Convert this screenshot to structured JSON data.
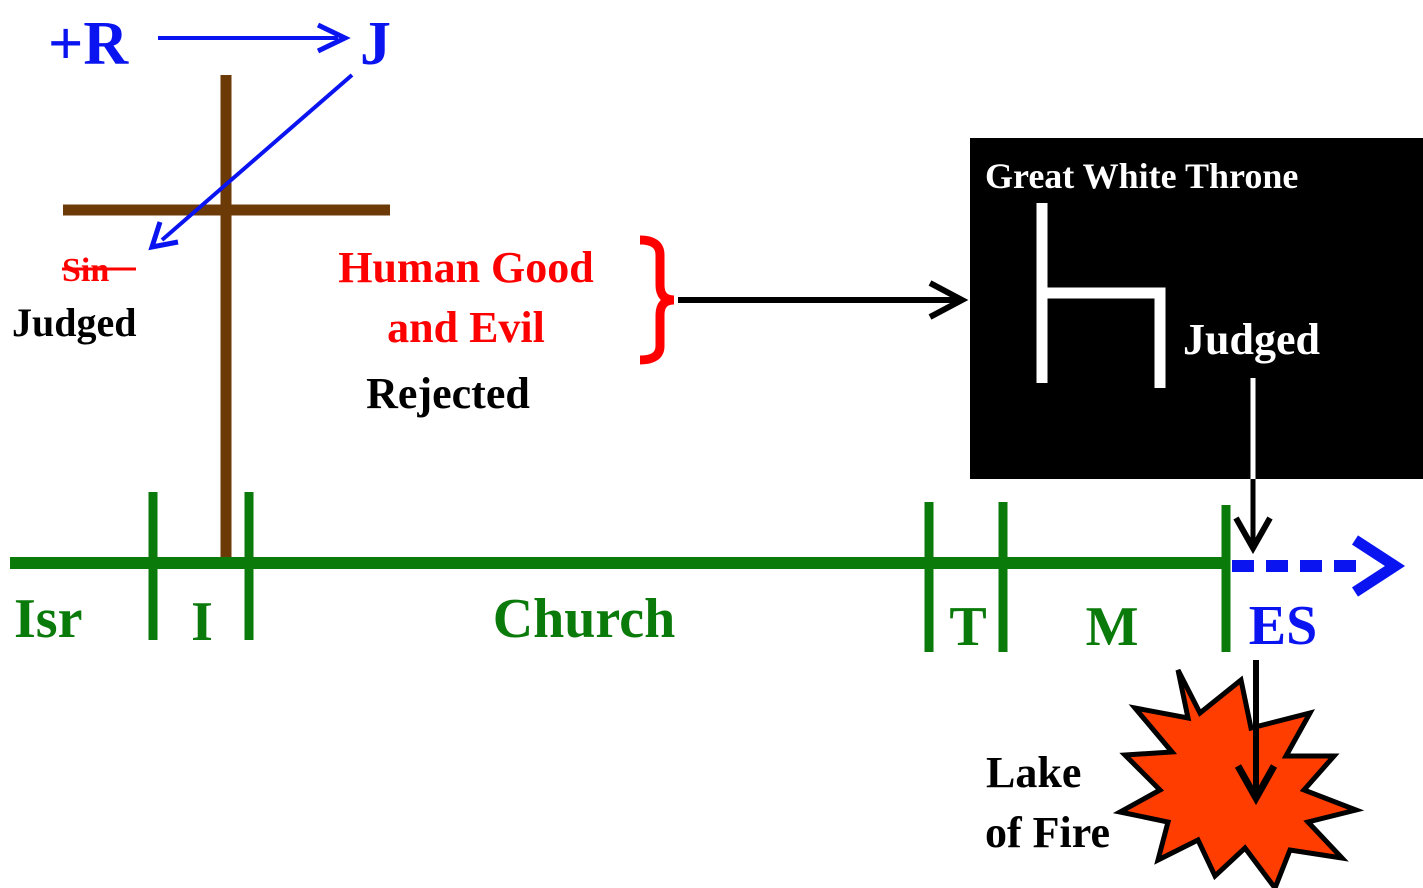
{
  "colors": {
    "green": "#0a7a0a",
    "blue": "#0a14f0",
    "red": "#ff0000",
    "brown": "#6b3a06",
    "black": "#000000",
    "white": "#ffffff",
    "fire": "#ff3d00"
  },
  "top": {
    "plus_r": "+R",
    "j": "J"
  },
  "left": {
    "sin": "Sin",
    "judged": "Judged"
  },
  "middle": {
    "human_good_line1": "Human Good",
    "human_good_line2": "and Evil",
    "rejected": "Rejected"
  },
  "throne": {
    "title": "Great White Throne",
    "judged": "Judged"
  },
  "timeline": {
    "segments": [
      "Isr",
      "I",
      "Church",
      "T",
      "M",
      "ES"
    ]
  },
  "fire": {
    "line1": "Lake",
    "line2": "of Fire"
  }
}
